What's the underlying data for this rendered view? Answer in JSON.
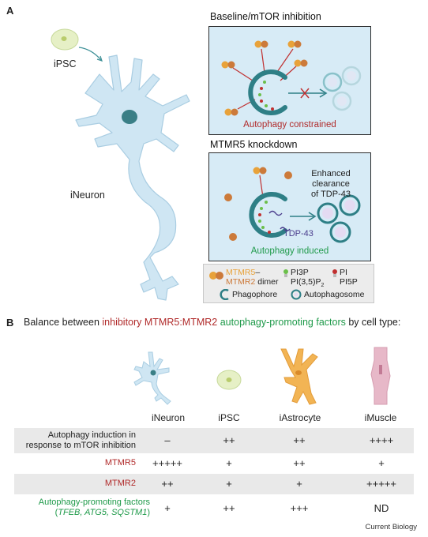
{
  "panel_a": {
    "letter": "A",
    "ipsc_label": "iPSC",
    "ineuron_label": "iNeuron",
    "baseline_title": "Baseline/mTOR inhibition",
    "baseline_caption": "Autophagy constrained",
    "knockdown_title": "MTMR5 knockdown",
    "knockdown_note_line1": "Enhanced clearance",
    "knockdown_note_line2": "of TDP-43",
    "tdp43_label": "TDP-43",
    "knockdown_caption": "Autophagy induced",
    "legend": {
      "mtmr5": "MTMR5",
      "dash": "–",
      "mtmr2": "MTMR2",
      "dimer": " dimer",
      "pi3p": "PI3P",
      "pi35p2": "PI(3,5)P",
      "pi35p2_sub": "2",
      "pi": "PI",
      "pi5p": "PI5P",
      "phagophore": "Phagophore",
      "autophagosome": "Autophagosome"
    }
  },
  "panel_b": {
    "letter": "B",
    "title_prefix": "Balance between ",
    "title_red": "inhibitory MTMR5:MTMR2",
    "title_green": "autophagy-promoting factors",
    "title_suffix": " by cell type:",
    "columns": [
      "iNeuron",
      "iPSC",
      "iAstrocyte",
      "iMuscle"
    ],
    "rows": [
      {
        "label_line1": "Autophagy induction in",
        "label_line2": "response to mTOR inhibition",
        "values": [
          "–",
          "++",
          "++",
          "++++"
        ]
      },
      {
        "label_line1": "MTMR5",
        "label_line2": "",
        "values": [
          "+++++",
          "+",
          "++",
          "+"
        ]
      },
      {
        "label_line1": "MTMR2",
        "label_line2": "",
        "values": [
          "++",
          "+",
          "+",
          "+++++"
        ]
      },
      {
        "label_line1": "Autophagy-promoting factors",
        "label_line2_open": "(",
        "label_line2_italic": "TFEB, ATG5, SQSTM1",
        "label_line2_close": ")",
        "values": [
          "+",
          "++",
          "+++",
          "ND"
        ]
      }
    ]
  },
  "footer": "Current Biology",
  "colors": {
    "panel_bg": "#d7ebf6",
    "neuron": "#cfe6f3",
    "nucleus": "#3a7f86",
    "mtmr5": "#e8a23a",
    "mtmr2": "#cc7a3a",
    "phagophore": "#2e7f86",
    "red_text": "#b02a2a",
    "green_text": "#1f9a4a"
  }
}
